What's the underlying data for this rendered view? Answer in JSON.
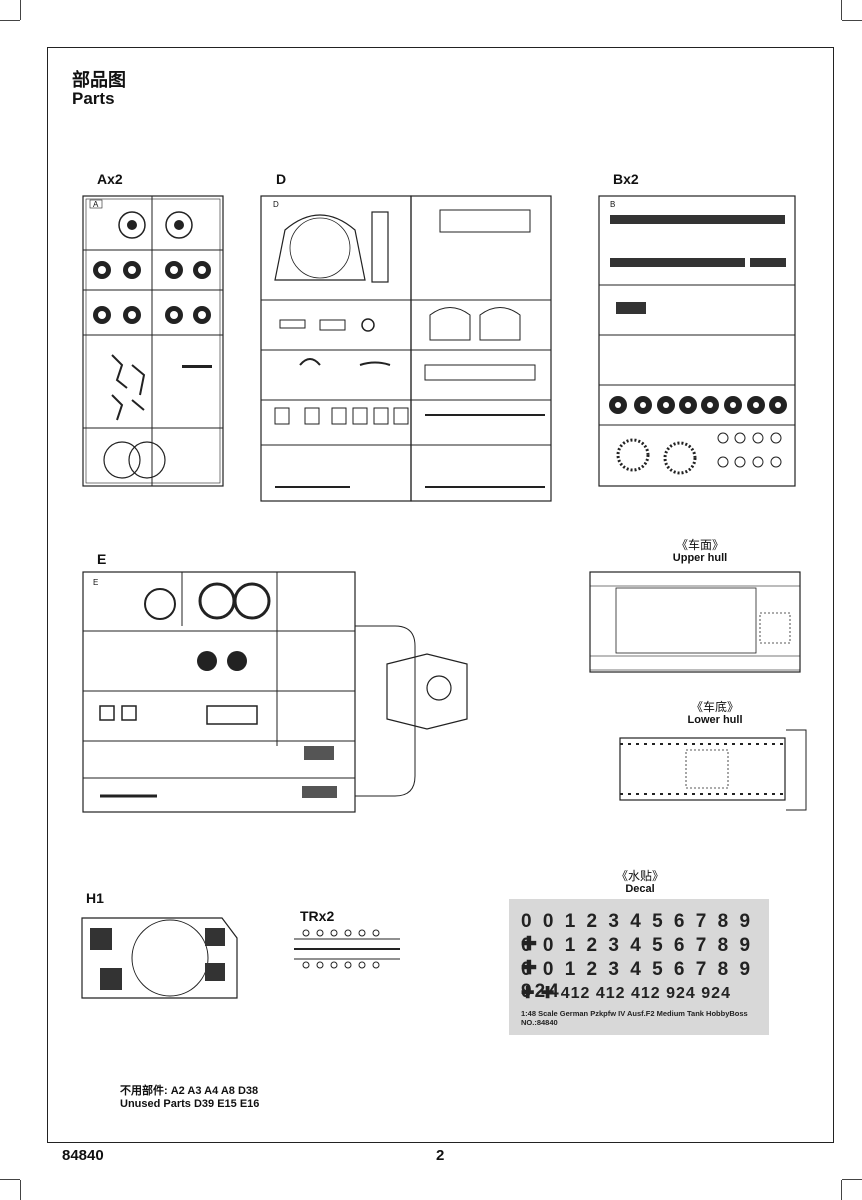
{
  "header": {
    "title_cn": "部品图",
    "title_en": "Parts"
  },
  "sprues": {
    "a": {
      "label": "Ax2",
      "tag": "A"
    },
    "d": {
      "label": "D",
      "tag": "D"
    },
    "b": {
      "label": "Bx2",
      "tag": "B"
    },
    "e": {
      "label": "E",
      "tag": "E"
    },
    "h1": {
      "label": "H1"
    },
    "trx2": {
      "label": "TRx2"
    }
  },
  "hull": {
    "upper_cn": "《车面》",
    "upper_en": "Upper hull",
    "lower_cn": "《车底》",
    "lower_en": "Lower hull"
  },
  "decal": {
    "heading_cn": "《水贴》",
    "heading_en": "Decal",
    "rows": [
      "0 0 1 2 3 4 5 6 7 8 9 ✚",
      "0 0 1 2 3 4 5 6 7 8 9 ✚",
      "0 0 1 2 3 4 5 6 7 8 9 924",
      "✚  ✚  412  412  412  924  924"
    ],
    "caption": "1:48  Scale  German Pzkpfw IV Ausf.F2 Medium Tank  HobbyBoss  NO.:84840"
  },
  "unused": {
    "cn": "不用部件:  A2 A3 A4 A8 D38",
    "en": "Unused Parts   D39 E15 E16"
  },
  "footer": {
    "product_no": "84840",
    "page": "2"
  },
  "colors": {
    "line": "#222222",
    "decal_bg": "#d8d8d8"
  }
}
